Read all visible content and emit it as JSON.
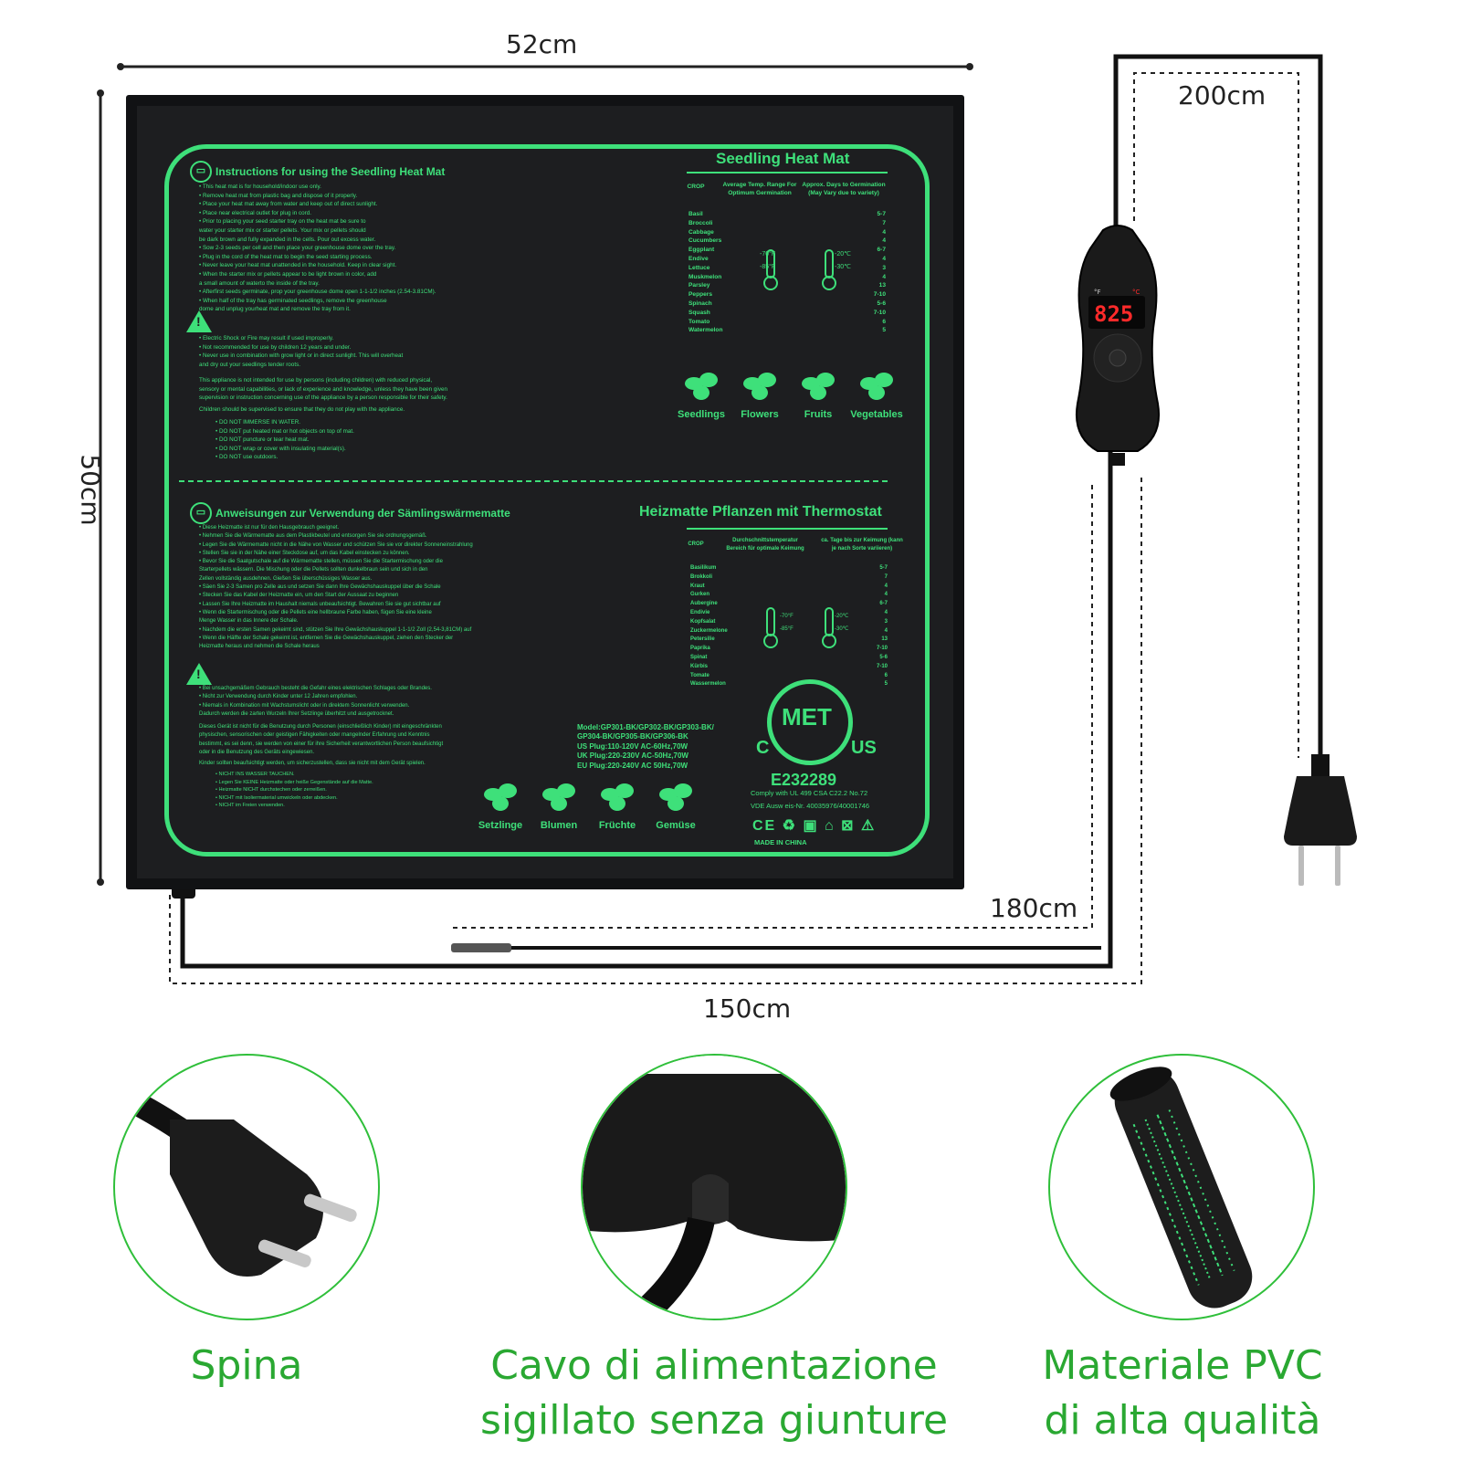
{
  "dimensions": {
    "width": "52cm",
    "height": "50cm",
    "cord_top": "200cm",
    "cord_probe": "180cm",
    "cord_bottom": "150cm"
  },
  "mat": {
    "en": {
      "instructions_title": "Instructions for using the Seedling Heat Mat",
      "instructions": [
        "• This heat mat is for household/indoor use only.",
        "• Remove heat mat from plastic bag and dispose of it properly.",
        "• Place your heat mat away from water and keep out of direct sunlight.",
        "• Place near electrical outlet for plug in cord.",
        "• Prior to placing your seed starter tray on the heat mat be sure to",
        "   water your starter mix or starter pellets. Your mix or pellets should",
        "   be dark brown and fully expanded in the cells. Pour out excess water.",
        "• Sow 2-3 seeds per cell and then place your greenhouse dome over the tray.",
        "• Plug in the cord of the heat mat to begin the seed starting process.",
        "• Never leave your heat mat unattended in the household. Keep in clear sight.",
        "• When the starter mix or pellets appear to be light brown in color, add",
        "   a small amount of waterto the inside of the tray.",
        "• Afterfirst seeds germinate, prop your greenhouse dome open 1-1-1/2 inches (2.54-3.81CM).",
        "• When half of the tray has germinated seedlings, remove the greenhouse",
        "   dome and unplug yourheat mat and remove the tray from it."
      ],
      "warnings": [
        "• Electric Shock or Fire may result if used improperly.",
        "• Not recommended for use by children 12 years and under.",
        "• Never use in combination with grow light or in direct sunlight. This will overheat",
        "   and dry out your seedlings tender roots."
      ],
      "appliance_note": [
        "This appliance is not intended for use by persons (including children) with reduced physical,",
        "sensory or mental capabilities, or lack of experience and knowledge, unless they have been given",
        "supervision or instruction concerning use of the appliance by a person responsible for their safety."
      ],
      "children_note": "Children should be supervised to ensure that they do not play with the appliance.",
      "do_not": [
        "• DO NOT IMMERSE IN WATER.",
        "• DO NOT put heated mat or hot objects on top of mat.",
        "• DO NOT puncture or tear heat mat.",
        "• DO NOT wrap or cover with insulating material(s).",
        "• DO NOT use outdoors."
      ],
      "title": "Seedling Heat Mat",
      "table_head": [
        "CROP",
        "Average Temp. Range For Optimum Germination",
        "Approx. Days to Germination (May Vary due to variety)"
      ],
      "crops": [
        "Basil",
        "Broccoli",
        "Cabbage",
        "Cucumbers",
        "Eggplant",
        "Endive",
        "Lettuce",
        "Muskmelon",
        "Parsley",
        "Peppers",
        "Spinach",
        "Squash",
        "Tomato",
        "Watermelon"
      ],
      "days": [
        "5-7",
        "7",
        "4",
        "4",
        "6-7",
        "4",
        "3",
        "4",
        "13",
        "7-10",
        "5-6",
        "7-10",
        "6",
        "5"
      ],
      "thermo_a": [
        "-70°F",
        "-85°F"
      ],
      "thermo_b": [
        "-20℃",
        "-30℃"
      ],
      "plants": [
        "Seedlings",
        "Flowers",
        "Fruits",
        "Vegetables"
      ]
    },
    "de": {
      "instructions_title": "Anweisungen zur Verwendung der Sämlingswärmematte",
      "instructions": [
        "• Diese Heizmatte ist nur für den Hausgebrauch geeignet.",
        "• Nehmen Sie die Wärmematte aus dem Plastikbeutel und entsorgen Sie sie ordnungsgemäß.",
        "• Legen Sie die Wärmematte nicht in die Nähe von Wasser und schützen Sie sie vor direkter Sonneneinstrahlung",
        "• Stellen Sie sie in der Nähe einer Steckdose auf, um das Kabel einstecken zu können.",
        "• Bevor Sie die Saatgutschale auf die Wärmematte stellen, müssen Sie die Startermischung oder die",
        "   Starterpellets wässern. Die Mischung oder die Pellets sollten dunkelbraun sein und sich in den",
        "   Zellen vollständig ausdehnen. Gießen Sie überschüssiges Wasser aus.",
        "• Säen Sie 2-3 Samen pro Zelle aus und setzen Sie dann Ihre Gewächshauskuppel über die Schale",
        "• Stecken Sie das Kabel der Heizmatte ein, um den Start der Aussaat zu beginnen",
        "• Lassen Sie Ihre Heizmatte im Haushalt niemals unbeaufsichtigt. Bewahren Sie sie gut sichtbar auf",
        "• Wenn die Startermischung oder die Pellets eine hellbraune Farbe haben, fügen Sie eine kleine",
        "   Menge Wasser in das Innere der Schale.",
        "• Nachdem die ersten Samen gekeimt sind, stützen Sie Ihre Gewächshauskuppel 1-1-1/2 Zoll (2,54-3,81CM) auf",
        "• Wenn die Hälfte der Schale gekeimt ist, entfernen Sie die Gewächshauskuppel, ziehen den Stecker der",
        "   Heizmatte heraus und nehmen die Schale heraus"
      ],
      "warnings": [
        "• Bei unsachgemäßem Gebrauch besteht die Gefahr eines elektrischen Schlages oder Brandes.",
        "• Nicht zur Verwendung durch Kinder unter 12 Jahren empfohlen.",
        "• Niemals in Kombination mit Wachstumslicht oder in direktem Sonnenlicht verwenden.",
        "   Dadurch werden die zarten Wurzeln Ihrer Setzlinge überhitzt und ausgetrocknet."
      ],
      "appliance_note": [
        "Dieses Gerät ist nicht für die Benutzung durch Personen (einschließlich Kinder) mit eingeschränkten",
        "physischen, sensorischen oder geistigen Fähigkeiten oder mangelnder Erfahrung und Kenntnis",
        "bestimmt, es sei denn, sie werden von einer für ihre Sicherheit verantwortlichen Person beaufsichtigt",
        "oder in die Benutzung des Geräts eingewiesen."
      ],
      "children_note": "Kinder sollten beaufsichtigt werden, um sicherzustellen, dass sie nicht mit dem Gerät spielen.",
      "do_not": [
        "• NICHT INS WASSER TAUCHEN.",
        "• Legen Sie KEINE Heizmatte oder heiße Gegenstände auf die Matte.",
        "• Heizmatte NICHT durchstechen oder zerreißen.",
        "• NICHT mit Isoliermaterial umwickeln oder abdecken.",
        "• NICHT im Freien verwenden."
      ],
      "title": "Heizmatte Pflanzen mit Thermostat",
      "table_head": [
        "CROP",
        "Durchschnittstemperatur Bereich für optimale Keimung",
        "ca. Tage bis zur Keimung (kann je nach Sorte variieren)"
      ],
      "crops": [
        "Basilikum",
        "Brokkoli",
        "Kraut",
        "Gurken",
        "Aubergine",
        "Endivie",
        "Kopfsalat",
        "Zuckermelone",
        "Petersilie",
        "Paprika",
        "Spinat",
        "Kürbis",
        "Tomate",
        "Wassermelon"
      ],
      "days": [
        "5-7",
        "7",
        "4",
        "4",
        "6-7",
        "4",
        "3",
        "4",
        "13",
        "7-10",
        "5-6",
        "7-10",
        "6",
        "5"
      ],
      "thermo_a": [
        "-70°F",
        "-85°F"
      ],
      "thermo_b": [
        "-20℃",
        "-30℃"
      ],
      "plants": [
        "Setzlinge",
        "Blumen",
        "Früchte",
        "Gemüse"
      ]
    },
    "model_info": [
      "Model:GP301-BK/GP302-BK/GP303-BK/",
      "GP304-BK/GP305-BK/GP306-BK",
      "US Plug:110-120V AC-60Hz,70W",
      "UK Plug:220-230V AC-50Hz,70W",
      "EU Plug:220-240V AC 50Hz,70W"
    ],
    "cert": {
      "met": "MET",
      "c": "C",
      "us": "US",
      "code": "E232289",
      "comply": "Comply with UL 499 CSA C22.2 No.72",
      "vde": "VDE Ausw eis-Nr. 40035976/40001746",
      "marks": "CE ♻ ▣ ⌂ ⊠ ⚠",
      "made_in": "MADE IN CHINA"
    }
  },
  "controller": {
    "display": "825",
    "unit_f": "°F",
    "unit_c": "°C"
  },
  "captions": {
    "plug": "Spina",
    "cable_line1": "Cavo di alimentazione",
    "cable_line2": "sigillato senza giunture",
    "material_line1": "Materiale PVC",
    "material_line2": "di alta qualità"
  },
  "colors": {
    "accent_green": "#3ee07a",
    "caption_green": "#2aa832",
    "mat_black": "#1d1e20"
  }
}
